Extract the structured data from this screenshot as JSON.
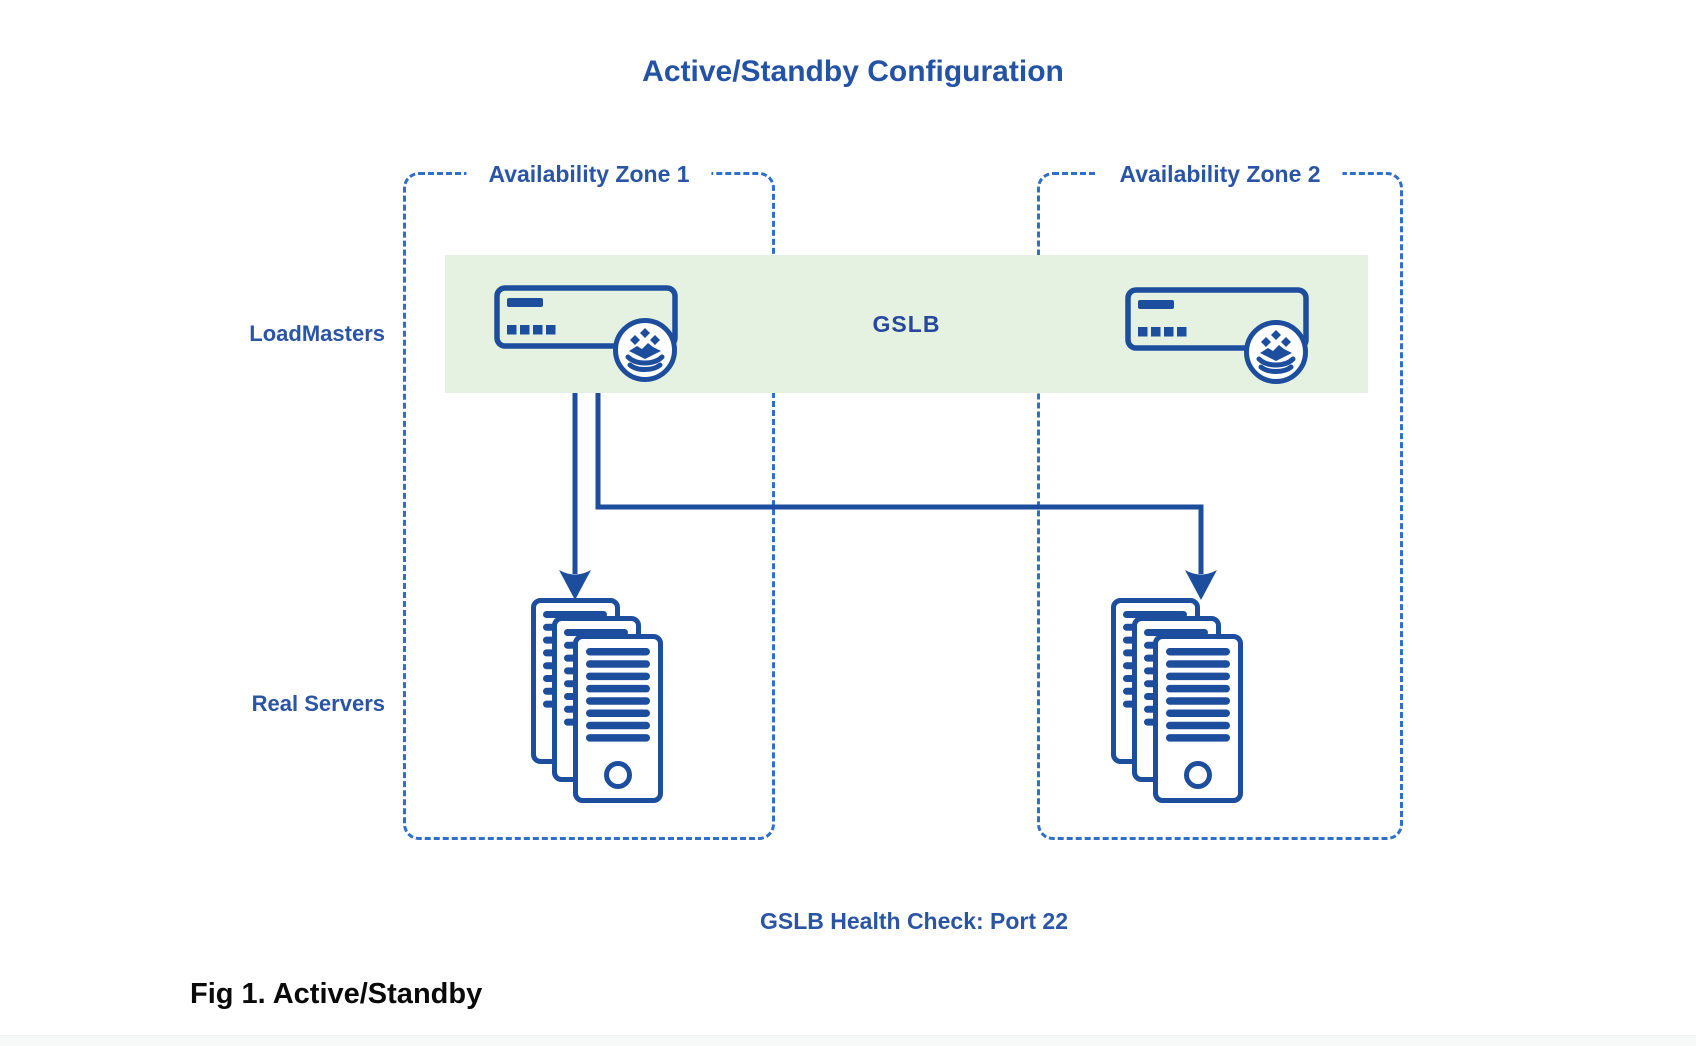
{
  "title": "Active/Standby Configuration",
  "zones": [
    {
      "label": "Availability Zone 1"
    },
    {
      "label": "Availability Zone 2"
    }
  ],
  "rows": {
    "loadmasters_label": "LoadMasters",
    "real_servers_label": "Real Servers"
  },
  "gslb": {
    "label": "GSLB"
  },
  "footer": {
    "health_check_caption": "GSLB Health Check: Port 22",
    "figure_caption": "Fig 1. Active/Standby"
  },
  "icons": {
    "loadmaster_icon": "load-balancer appliance with layered-stack badge",
    "server_stack_icon": "stack of three rack servers",
    "arrow_icon": "down arrow connector"
  },
  "colors": {
    "navy": "#1d4e9e",
    "text_blue": "#2a55a5",
    "title_blue": "#2453a6",
    "dash_blue": "#2e6ecd",
    "band_green": "#e5f2e1"
  }
}
